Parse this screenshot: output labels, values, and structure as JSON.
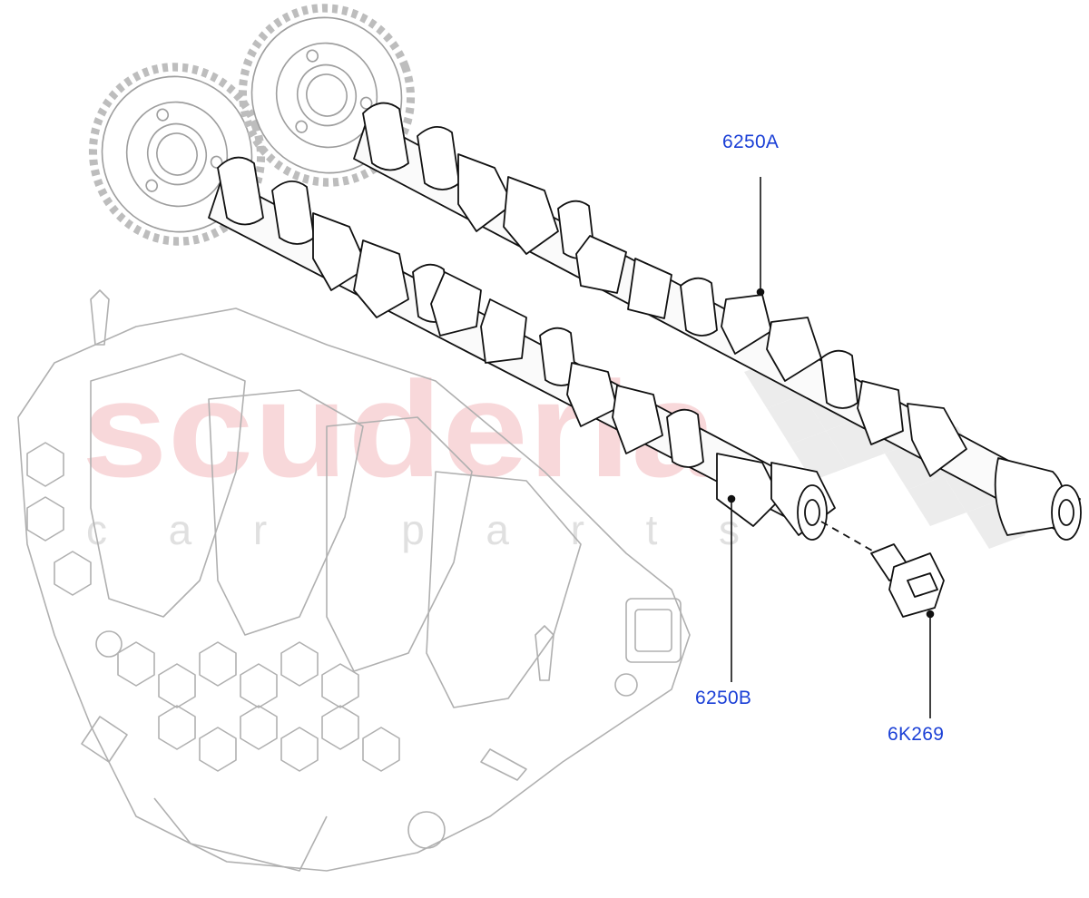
{
  "diagram": {
    "parts": [
      {
        "id": "6250A",
        "label": "6250A",
        "description": "camshaft (upper)"
      },
      {
        "id": "6250B",
        "label": "6250B",
        "description": "camshaft (lower)"
      },
      {
        "id": "6K269",
        "label": "6K269",
        "description": "camshaft sensor plug / bolt"
      }
    ]
  },
  "watermark": {
    "brand": "scuderia",
    "tagline": "car parts",
    "color": "#f3b9bd"
  },
  "colors": {
    "callout": "#1a3fd6",
    "line_dark": "#111111",
    "line_ghost": "#b5b5b5"
  }
}
